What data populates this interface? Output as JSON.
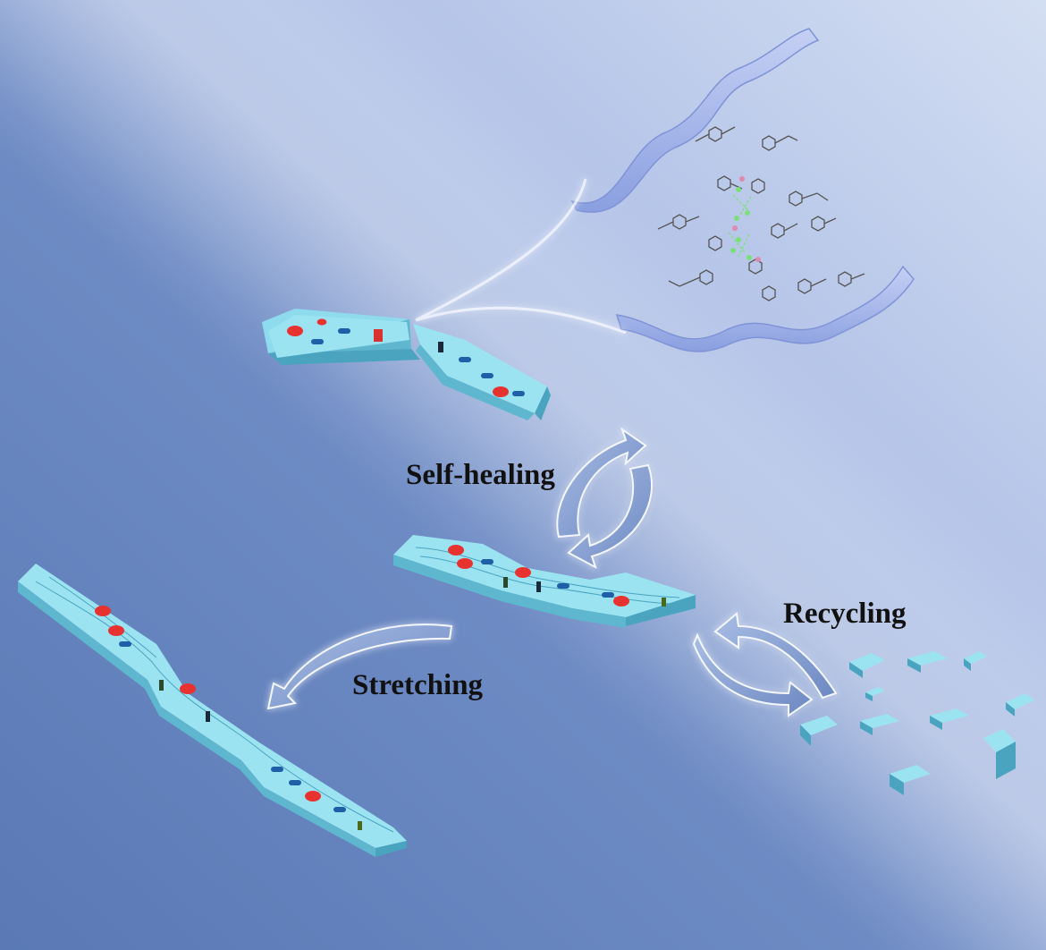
{
  "labels": {
    "self_healing": "Self-healing",
    "recycling": "Recycling",
    "stretching": "Stretching"
  },
  "colors": {
    "background_dark": "#5f7fb8",
    "background_light": "#c9d6ef",
    "specimen_top": "#9ce3f2",
    "specimen_side": "#5fb7cf",
    "polymer_ribbon": "#a9b9ea",
    "arrow_fill": "#7d96c9",
    "dot_red": "#e8322f",
    "dot_blue": "#1f5fa8",
    "molecule": "#555555",
    "hydrogen_bond": "#7ce07a"
  },
  "icons": {
    "cycle_arrows": "circular-double-arrow",
    "single_arrow": "curved-arrow"
  }
}
